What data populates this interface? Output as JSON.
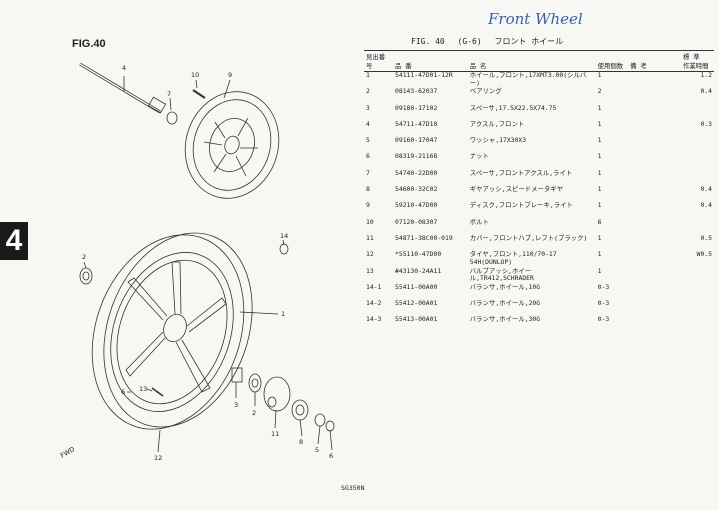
{
  "header": {
    "fig_left": "FIG.40",
    "fig_right_label": "FIG. 40",
    "fig_right_code": "(G-6)",
    "fig_right_title": "フロント ホイール",
    "handwritten": "Front Wheel",
    "footer": "SG350N",
    "tab_number": "4"
  },
  "columns": {
    "ref": "見出番号",
    "part_no": "品 番",
    "desc": "品 名",
    "qty_top": "使用個数",
    "note": "備 考",
    "time_top": "標 準",
    "time_bottom": "作業時間"
  },
  "rows": [
    {
      "ref": "1",
      "pn": "54111-47D01-12R",
      "desc": "ホイール,フロント,17XMT3.00(シルバー)",
      "qty": "1",
      "note": "",
      "time": "1.2"
    },
    {
      "ref": "2",
      "pn": "08143-62037",
      "desc": "ベアリング",
      "qty": "2",
      "note": "",
      "time": "0.4"
    },
    {
      "ref": "3",
      "pn": "09180-17102",
      "desc": "スペーサ,17.5X22.5X74.75",
      "qty": "1",
      "note": "",
      "time": ""
    },
    {
      "ref": "4",
      "pn": "54711-47D10",
      "desc": "アクスル,フロント",
      "qty": "1",
      "note": "",
      "time": "0.3"
    },
    {
      "ref": "5",
      "pn": "09160-17047",
      "desc": "ワッシャ,17X30X3",
      "qty": "1",
      "note": "",
      "time": ""
    },
    {
      "ref": "6",
      "pn": "08319-21168",
      "desc": "ナット",
      "qty": "1",
      "note": "",
      "time": ""
    },
    {
      "ref": "7",
      "pn": "54740-22D00",
      "desc": "スペーサ,フロントアクスル,ライト",
      "qty": "1",
      "note": "",
      "time": ""
    },
    {
      "ref": "8",
      "pn": "54600-32C02",
      "desc": "ギヤアッシ,スピードメータギヤ",
      "qty": "1",
      "note": "",
      "time": "0.4"
    },
    {
      "ref": "9",
      "pn": "59210-47D00",
      "desc": "ディスク,フロントブレーキ,ライト",
      "qty": "1",
      "note": "",
      "time": "0.4"
    },
    {
      "ref": "10",
      "pn": "07120-08307",
      "desc": "ボルト",
      "qty": "6",
      "note": "",
      "time": ""
    },
    {
      "ref": "11",
      "pn": "54871-38C00-019",
      "desc": "カバー,フロントハブ,レフト(ブラック)",
      "qty": "1",
      "note": "",
      "time": "0.5"
    },
    {
      "ref": "12",
      "pn": "*55110-47D00",
      "desc": "タイヤ,フロント,110/70-17 54H(DUNLOP)",
      "qty": "1",
      "note": "",
      "time": "W0.5"
    },
    {
      "ref": "13",
      "pn": "#43130-24A11",
      "desc": "バルブアッシ,ホイール,TR412,SCHRADER",
      "qty": "1",
      "note": "",
      "time": ""
    },
    {
      "ref": "14-1",
      "pn": "55411-00A00",
      "desc": "バランサ,ホイール,10G",
      "qty": "0-3",
      "note": "",
      "time": ""
    },
    {
      "ref": "14-2",
      "pn": "55412-00A01",
      "desc": "バランサ,ホイール,20G",
      "qty": "0-3",
      "note": "",
      "time": ""
    },
    {
      "ref": "14-3",
      "pn": "55413-00A01",
      "desc": "バランサ,ホイール,30G",
      "qty": "0-3",
      "note": "",
      "time": ""
    }
  ],
  "callouts": {
    "c4": "4",
    "c10": "10",
    "c9": "9",
    "c7": "7",
    "c14": "14",
    "c2a": "2",
    "c1": "1",
    "c13": "13",
    "c6": "6",
    "c3": "3",
    "c2b": "2",
    "c11": "11",
    "c8": "8",
    "c5": "5",
    "c12": "12",
    "fwd": "FWD"
  }
}
